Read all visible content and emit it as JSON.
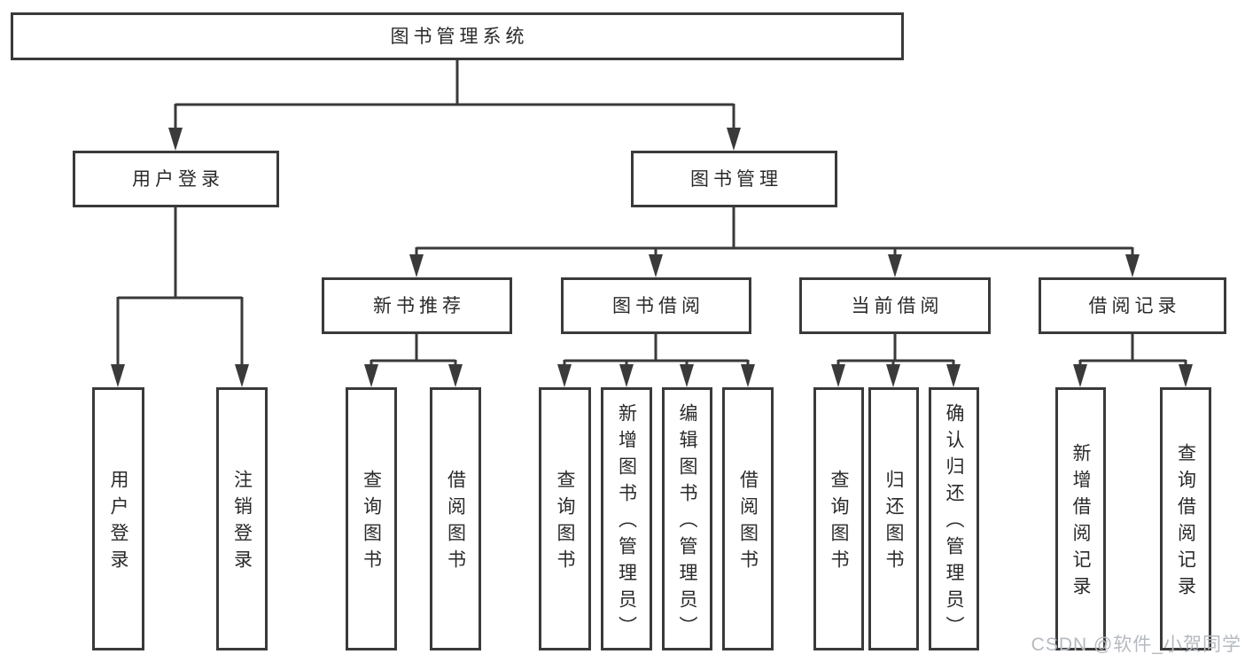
{
  "diagram": {
    "type": "tree",
    "tree": {
      "label": "图书管理系统",
      "children": [
        {
          "label": "用户登录",
          "children": [
            {
              "label": "用户登录"
            },
            {
              "label": "注销登录"
            }
          ]
        },
        {
          "label": "图书管理",
          "children": [
            {
              "label": "新书推荐",
              "children": [
                {
                  "label": "查询图书"
                },
                {
                  "label": "借阅图书"
                }
              ]
            },
            {
              "label": "图书借阅",
              "children": [
                {
                  "label": "查询图书"
                },
                {
                  "label": "新增图书（管理员）"
                },
                {
                  "label": "编辑图书（管理员）"
                },
                {
                  "label": "借阅图书"
                }
              ]
            },
            {
              "label": "当前借阅",
              "children": [
                {
                  "label": "查询图书"
                },
                {
                  "label": "归还图书"
                },
                {
                  "label": "确认归还（管理员）"
                }
              ]
            },
            {
              "label": "借阅记录",
              "children": [
                {
                  "label": "新增借阅记录"
                },
                {
                  "label": "查询借阅记录"
                }
              ]
            }
          ]
        }
      ]
    },
    "colors": {
      "line": "#3a3a3a",
      "box_border": "#3a3a3a",
      "text": "#2a2a2a",
      "background": "#ffffff",
      "watermark": "#b5bac0"
    }
  },
  "watermark": {
    "text": "CSDN @软件_小贺同学"
  }
}
